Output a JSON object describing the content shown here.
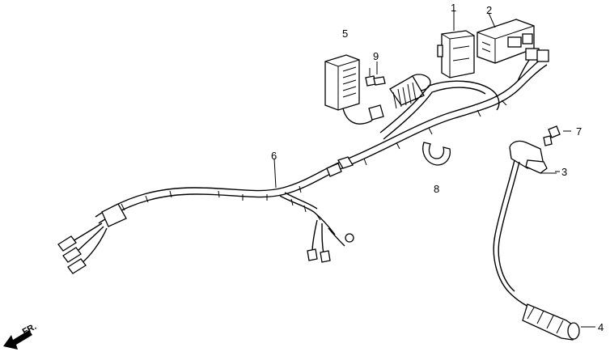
{
  "callouts": {
    "c1": "1",
    "c2": "2",
    "c3": "3",
    "c4": "4",
    "c5": "5",
    "c6": "6",
    "c7": "7",
    "c8": "8",
    "c9": "9"
  },
  "direction_label": "FR."
}
